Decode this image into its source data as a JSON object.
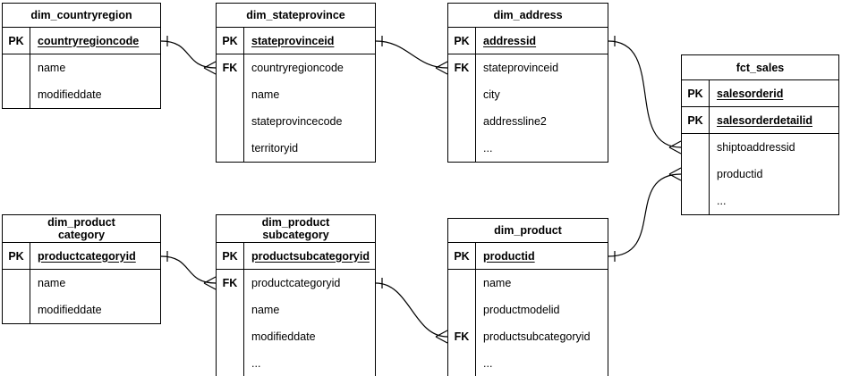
{
  "diagram": {
    "kind": "entity-relationship-diagram",
    "line_color": "#000000",
    "background_color": "#ffffff"
  },
  "tables": [
    {
      "name": "dim_countryregion",
      "rows": [
        {
          "key": "PK",
          "attr": "countryregioncode"
        },
        {
          "key": "",
          "attr": "name"
        },
        {
          "key": "",
          "attr": "modifieddate"
        }
      ]
    },
    {
      "name": "dim_stateprovince",
      "rows": [
        {
          "key": "PK",
          "attr": "stateprovinceid"
        },
        {
          "key": "FK",
          "attr": "countryregioncode"
        },
        {
          "key": "",
          "attr": "name"
        },
        {
          "key": "",
          "attr": "stateprovincecode"
        },
        {
          "key": "",
          "attr": "territoryid"
        }
      ]
    },
    {
      "name": "dim_address",
      "rows": [
        {
          "key": "PK",
          "attr": "addressid"
        },
        {
          "key": "FK",
          "attr": "stateprovinceid"
        },
        {
          "key": "",
          "attr": "city"
        },
        {
          "key": "",
          "attr": "addressline2"
        },
        {
          "key": "",
          "attr": "..."
        }
      ]
    },
    {
      "name": "fct_sales",
      "rows": [
        {
          "key": "PK",
          "attr": "salesorderid"
        },
        {
          "key": "PK",
          "attr": "salesorderdetailid"
        },
        {
          "key": "",
          "attr": "shiptoaddressid"
        },
        {
          "key": "",
          "attr": "productid"
        },
        {
          "key": "",
          "attr": "..."
        }
      ]
    },
    {
      "name": "dim_product\ncategory",
      "rows": [
        {
          "key": "PK",
          "attr": "productcategoryid"
        },
        {
          "key": "",
          "attr": "name"
        },
        {
          "key": "",
          "attr": "modifieddate"
        }
      ]
    },
    {
      "name": "dim_product\nsubcategory",
      "rows": [
        {
          "key": "PK",
          "attr": "productsubcategoryid"
        },
        {
          "key": "FK",
          "attr": "productcategoryid"
        },
        {
          "key": "",
          "attr": "name"
        },
        {
          "key": "",
          "attr": "modifieddate"
        },
        {
          "key": "",
          "attr": "..."
        }
      ]
    },
    {
      "name": "dim_product",
      "rows": [
        {
          "key": "PK",
          "attr": "productid"
        },
        {
          "key": "",
          "attr": "name"
        },
        {
          "key": "",
          "attr": "productmodelid"
        },
        {
          "key": "FK",
          "attr": "productsubcategoryid"
        },
        {
          "key": "",
          "attr": "..."
        }
      ]
    }
  ],
  "relationships": [
    {
      "from_table": "dim_countryregion",
      "from_attr": "countryregioncode",
      "to_table": "dim_stateprovince",
      "to_attr": "countryregioncode",
      "from_cardinality": "one",
      "to_cardinality": "many"
    },
    {
      "from_table": "dim_stateprovince",
      "from_attr": "stateprovinceid",
      "to_table": "dim_address",
      "to_attr": "stateprovinceid",
      "from_cardinality": "one",
      "to_cardinality": "many"
    },
    {
      "from_table": "dim_address",
      "from_attr": "addressid",
      "to_table": "fct_sales",
      "to_attr": "shiptoaddressid",
      "from_cardinality": "one",
      "to_cardinality": "many"
    },
    {
      "from_table": "dim_product",
      "from_attr": "productid",
      "to_table": "fct_sales",
      "to_attr": "productid",
      "from_cardinality": "one",
      "to_cardinality": "many"
    },
    {
      "from_table": "dim_product category",
      "from_attr": "productcategoryid",
      "to_table": "dim_product subcategory",
      "to_attr": "productcategoryid",
      "from_cardinality": "one",
      "to_cardinality": "many"
    },
    {
      "from_table": "dim_product subcategory",
      "from_attr": "productsubcategoryid",
      "to_table": "dim_product",
      "to_attr": "productsubcategoryid",
      "from_cardinality": "one",
      "to_cardinality": "many"
    }
  ]
}
